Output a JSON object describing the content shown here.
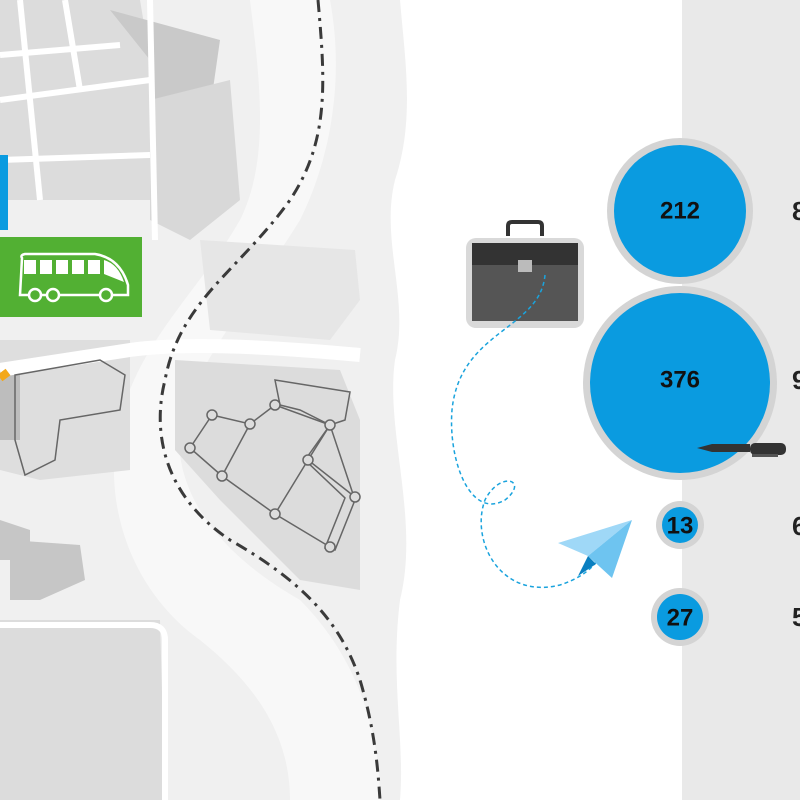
{
  "colors": {
    "bubble": "#0a9be0",
    "bubble_border": "#d4d4d4",
    "bus_badge": "#52b033",
    "panel": "#e9e9e9",
    "route_line": "#3a3a3a"
  },
  "bubbles": [
    {
      "value": "212",
      "side_label": "8"
    },
    {
      "value": "376",
      "side_label": "9"
    },
    {
      "value": "13",
      "side_label": "6"
    },
    {
      "value": "27",
      "side_label": "5"
    }
  ],
  "icons": [
    "bus-icon",
    "briefcase-icon",
    "paper-plane-icon",
    "pen-icon"
  ]
}
